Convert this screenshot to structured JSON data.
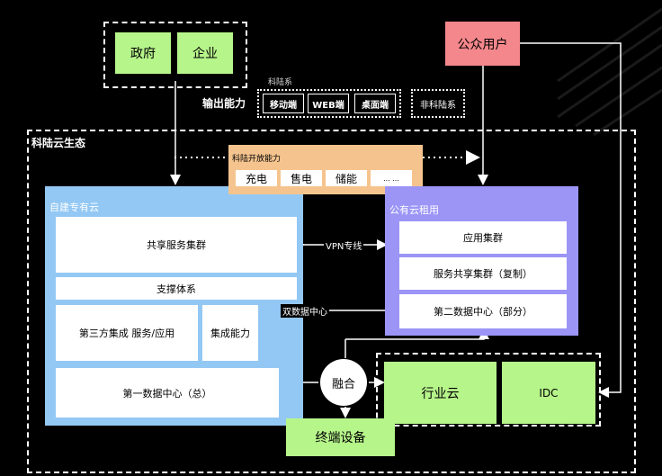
{
  "top": {
    "government": "政府",
    "enterprise": "企业",
    "public_users": "公众用户"
  },
  "output": {
    "label": "输出能力",
    "group_title": "科陆系",
    "mobile": "移动端",
    "web": "WEB端",
    "desktop": "桌面端",
    "non_kelu": "非科陆系"
  },
  "ecosystem": {
    "title": "科陆云生态"
  },
  "open_capability": {
    "title": "科陆开放能力",
    "items": [
      "充电",
      "售电",
      "储能",
      "... ..."
    ]
  },
  "private_cloud": {
    "title": "自建专有云",
    "shared_cluster": "共享服务集群",
    "support_system": "支撑体系",
    "third_party": "第三方集成 服务/应用",
    "integration": "集成能力",
    "first_dc": "第一数据中心（总）"
  },
  "public_cloud": {
    "title": "公有云租用",
    "app_cluster": "应用集群",
    "service_cluster": "服务共享集群（复制）",
    "second_dc": "第二数据中心（部分）"
  },
  "links": {
    "vpn": "VPN专线",
    "dual_dc": "双数据中心"
  },
  "fusion": "融合",
  "industry_cloud": "行业云",
  "idc": "IDC",
  "terminal": "终端设备"
}
